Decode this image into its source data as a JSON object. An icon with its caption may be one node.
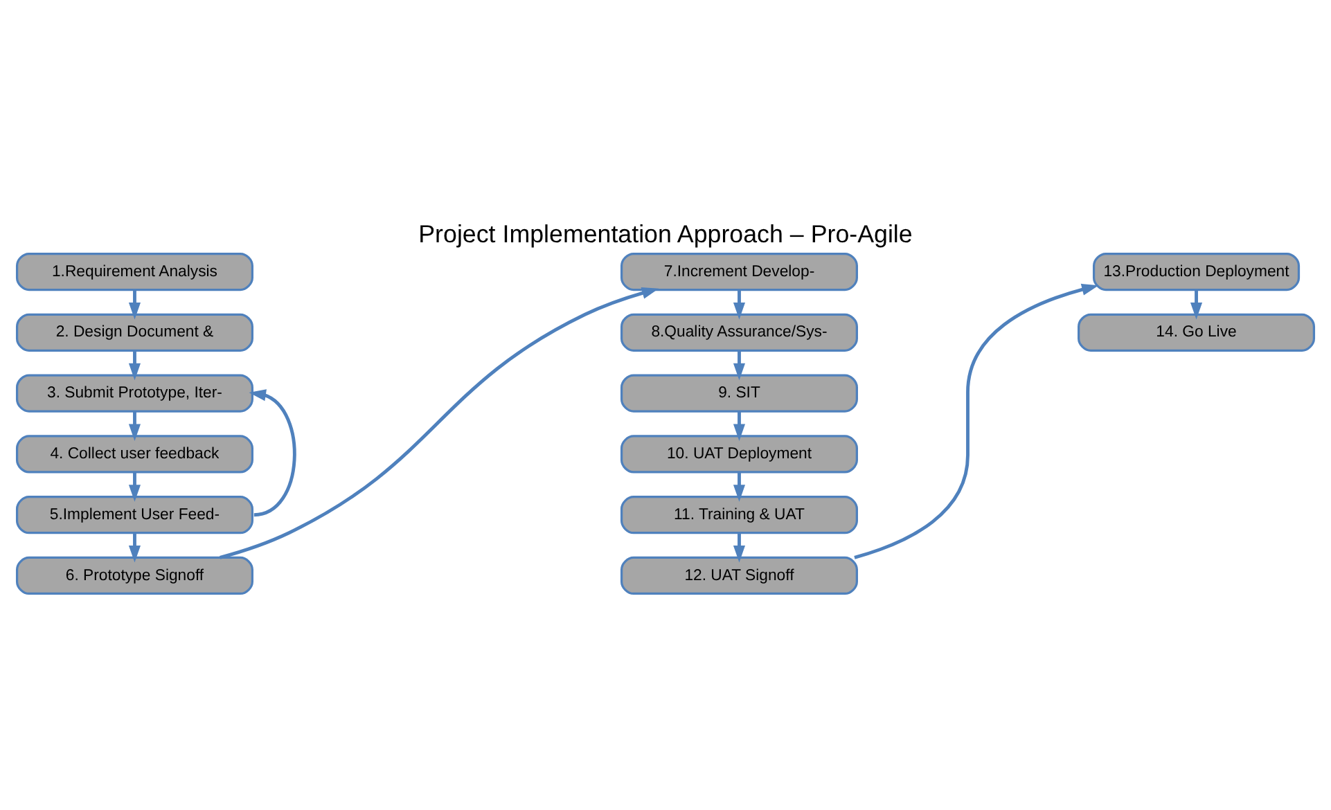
{
  "diagram": {
    "title": "Project Implementation Approach – Pro-Agile",
    "nodes": [
      {
        "text": [
          "1.Requirement Analysis"
        ]
      },
      {
        "text": [
          "2. Design Document &"
        ]
      },
      {
        "text": [
          "3. Submit Prototype, Iter-"
        ]
      },
      {
        "text": [
          "4. Collect user feedback"
        ]
      },
      {
        "text": [
          "5.Implement User Feed-"
        ]
      },
      {
        "text": [
          "6. Prototype Signoff"
        ]
      },
      {
        "text": [
          "7.Increment Develop-"
        ]
      },
      {
        "text": [
          "8.Quality Assurance/Sys-"
        ]
      },
      {
        "text": [
          "9. SIT"
        ]
      },
      {
        "text": [
          "10. UAT Deployment"
        ]
      },
      {
        "text": [
          "11. Training & UAT"
        ]
      },
      {
        "text": [
          "12. UAT Signoff"
        ]
      },
      {
        "text": [
          "13.Production Deployment"
        ]
      },
      {
        "text": [
          "14. Go Live"
        ]
      }
    ],
    "edges": [
      {
        "from": 0,
        "to": 1,
        "arrow": "to"
      },
      {
        "from": 1,
        "to": 2,
        "arrow": "to"
      },
      {
        "from": 2,
        "to": 3,
        "arrow": "to"
      },
      {
        "from": 3,
        "to": 4,
        "arrow": "to"
      },
      {
        "from": 4,
        "to": 2,
        "arrow": "to"
      },
      {
        "from": 4,
        "to": 5,
        "arrow": "to"
      },
      {
        "from": 5,
        "to": 6,
        "arrow": "to"
      },
      {
        "from": 6,
        "to": 7,
        "arrow": "to"
      },
      {
        "from": 7,
        "to": 8,
        "arrow": "to"
      },
      {
        "from": 8,
        "to": 9,
        "arrow": "to"
      },
      {
        "from": 9,
        "to": 10,
        "arrow": "to"
      },
      {
        "from": 10,
        "to": 11,
        "arrow": "to"
      },
      {
        "from": 11,
        "to": 12,
        "arrow": "to"
      },
      {
        "from": 12,
        "to": 13,
        "arrow": "to"
      }
    ]
  }
}
